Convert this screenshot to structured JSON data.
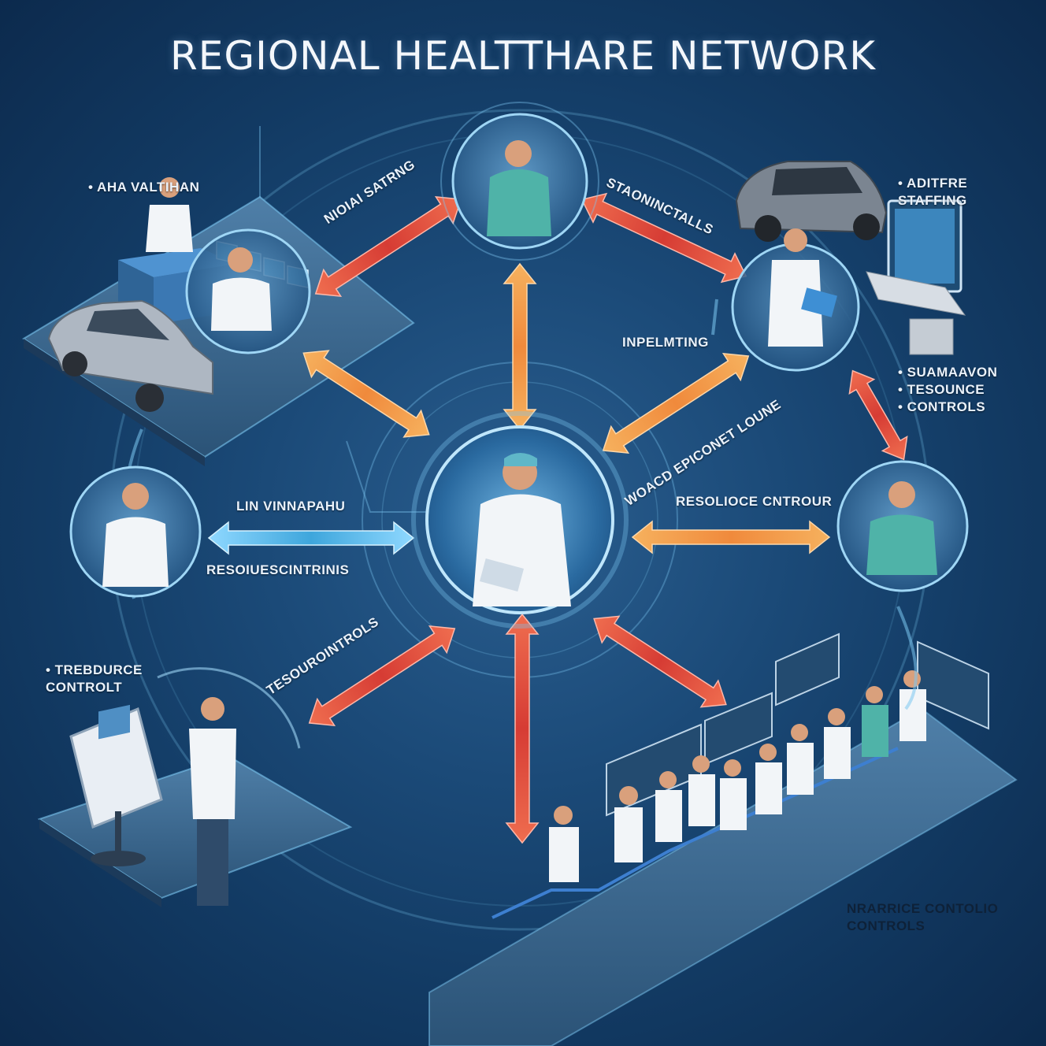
{
  "title": "REGIONAL HEALTTHARE NETWORK",
  "labels": {
    "top_left_station": "• AHA VALTIHAN",
    "left_top_arrow": "NIOIAI SATRNG",
    "right_top_arrow": "STAONINCTALLS",
    "right_top_station": "• ADITFRE\nSTAFFING",
    "mid_right_arrow": "INPELMTING",
    "right_mid_note": "• SUAMAAVON\n• TESOUNCE\n• CONTROLS",
    "center_right_diag": "WOACD EPICONET LOUNE",
    "right_horizontal": "RESOLIOCE CNTROUR",
    "left_horizontal_top": "LIN VINNAPAHU",
    "left_horizontal_bottom": "RESOIUESCINTRINIS",
    "bottom_left_diag": "TESOUROINTROLS",
    "bottom_left_station": "• TREBDURCE\nCONTROLT",
    "bottom_right_station": "NRARRICE CONTOLIO\nCONTROLS"
  },
  "colors": {
    "arrow_orange": "#f2994a",
    "arrow_red": "#e04a3c",
    "arrow_blue": "#4fb3e6",
    "ring": "#7cc6f0"
  }
}
